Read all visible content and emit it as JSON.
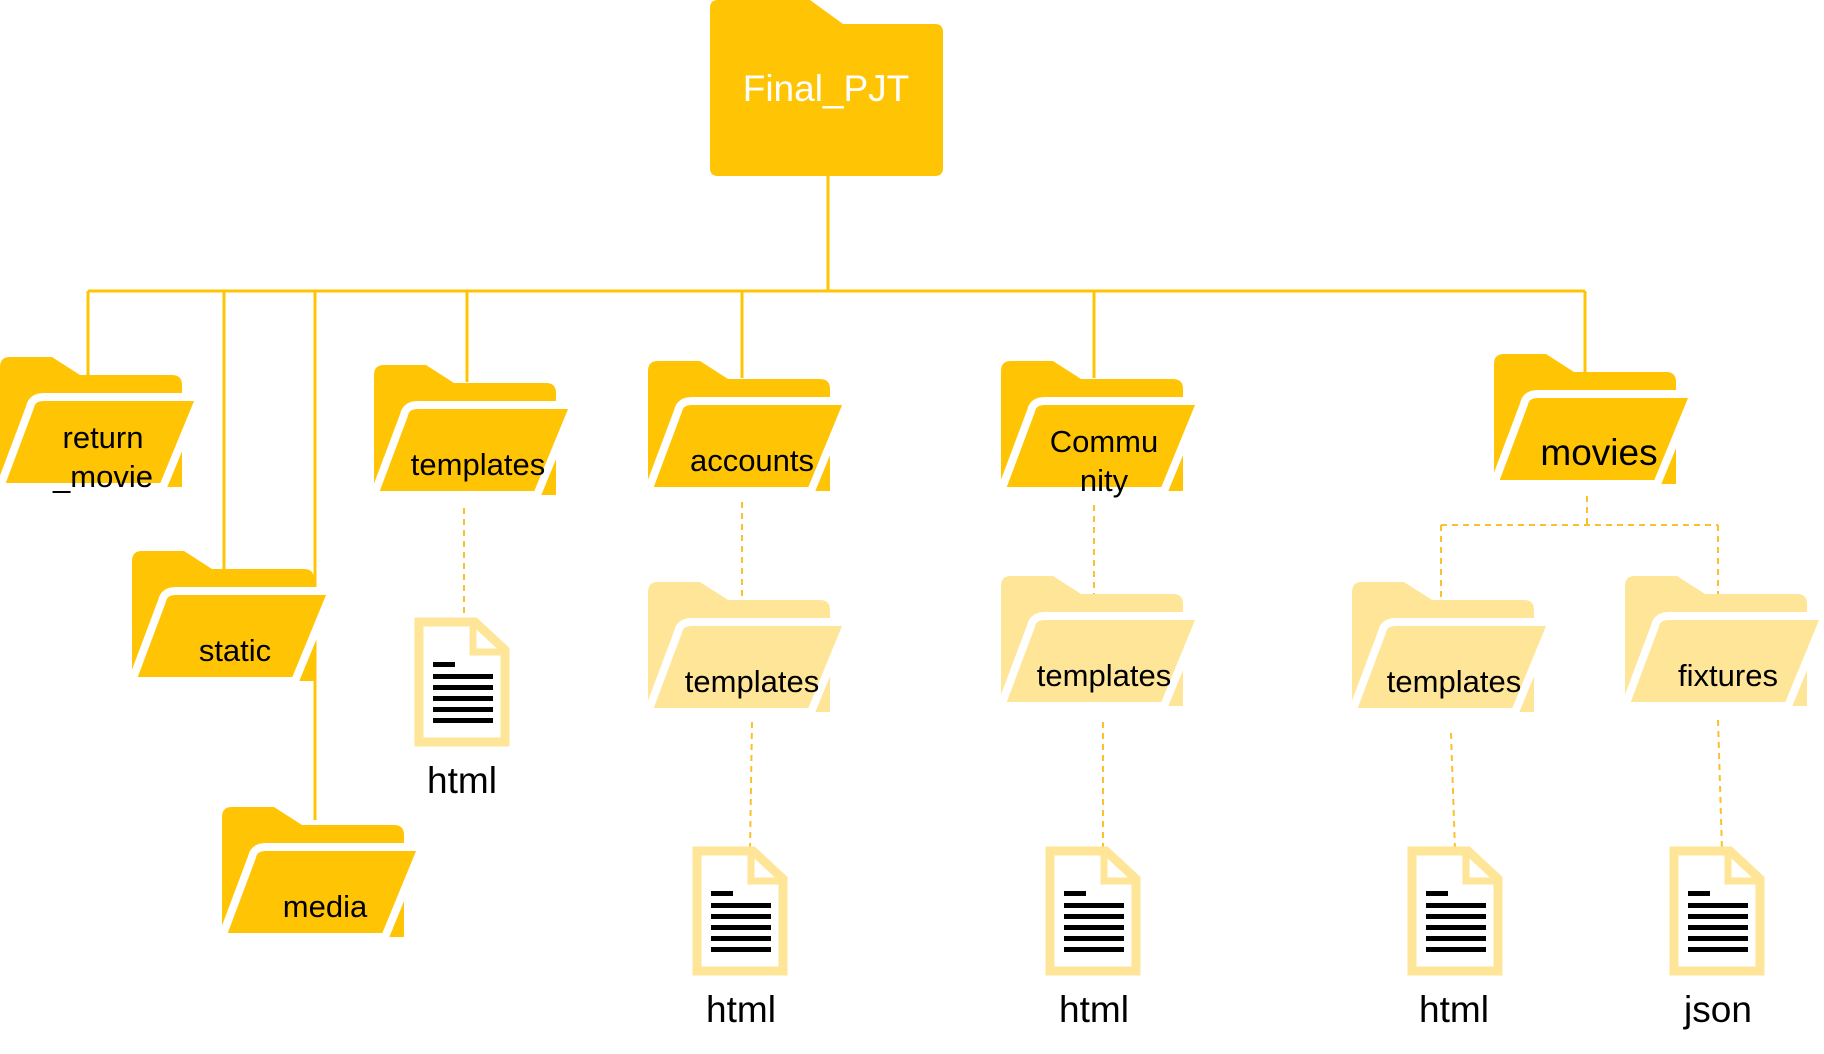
{
  "colors": {
    "folder_primary": "#FFC404",
    "folder_light": "#FEE597",
    "connector_solid": "#FFC404",
    "connector_dashed": "#FBC02D",
    "document_frame": "#FEE597",
    "document_lines": "#000000",
    "label_on_dark": "#ffffff",
    "label": "#000000"
  },
  "root": {
    "label": "Final_PJT",
    "icon": "folder-icon"
  },
  "folders": {
    "return_movie": {
      "line1": "return",
      "line2": "_movie",
      "icon": "folder-open-icon"
    },
    "static": {
      "label": "static",
      "icon": "folder-open-icon"
    },
    "media": {
      "label": "media",
      "icon": "folder-open-icon"
    },
    "templates_root": {
      "label": "templates",
      "icon": "folder-open-icon"
    },
    "accounts": {
      "label": "accounts",
      "icon": "folder-open-icon"
    },
    "community": {
      "line1": "Commu",
      "line2": "nity",
      "icon": "folder-open-icon"
    },
    "movies": {
      "label": "movies",
      "icon": "folder-open-icon"
    },
    "accounts_templates": {
      "label": "templates",
      "icon": "folder-open-icon"
    },
    "community_templates": {
      "label": "templates",
      "icon": "folder-open-icon"
    },
    "movies_templates": {
      "label": "templates",
      "icon": "folder-open-icon"
    },
    "movies_fixtures": {
      "label": "fixtures",
      "icon": "folder-open-icon"
    }
  },
  "files": {
    "root_templates_file": {
      "label": "html",
      "icon": "document-icon"
    },
    "accounts_file": {
      "label": "html",
      "icon": "document-icon"
    },
    "community_file": {
      "label": "html",
      "icon": "document-icon"
    },
    "movies_templates_file": {
      "label": "html",
      "icon": "document-icon"
    },
    "movies_fixtures_file": {
      "label": "json",
      "icon": "document-icon"
    }
  }
}
